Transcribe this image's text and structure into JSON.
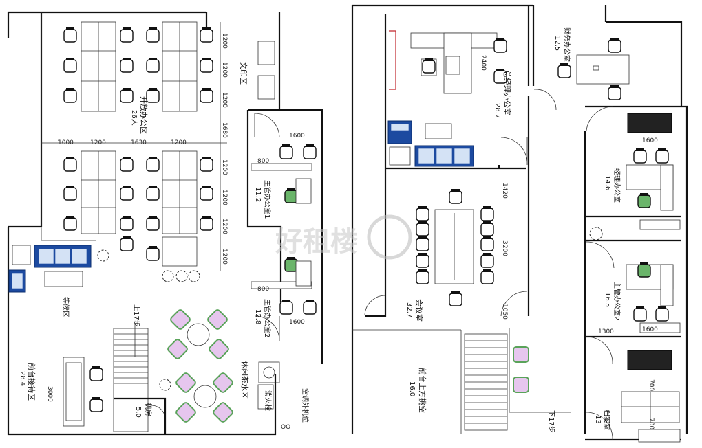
{
  "rooms": {
    "open_office": {
      "name": "开放办公区",
      "area": "26人"
    },
    "printing": {
      "name": "文印区"
    },
    "manager1": {
      "name": "主管办公室1",
      "area": "11.2"
    },
    "manager2": {
      "name": "主管办公室2",
      "area": "12.8"
    },
    "reception": {
      "name": "前台接待区",
      "area": "28.4"
    },
    "waiting": {
      "name": "等候区"
    },
    "lounge": {
      "name": "休闲茶水区"
    },
    "server": {
      "name": "机房",
      "area": "5.0"
    },
    "fire": {
      "name": "消火栓"
    },
    "ac": {
      "name": "空调外机位"
    },
    "gm": {
      "name": "总经理办公室",
      "area": "28.7"
    },
    "finance": {
      "name": "财务办公室",
      "area": "12.5"
    },
    "manager_office": {
      "name": "经理办公室",
      "area": "14.6"
    },
    "manager3": {
      "name": "主管办公室2",
      "area": "16.5"
    },
    "meeting": {
      "name": "会议室",
      "area": "32.7"
    },
    "front_stair": {
      "name": "前台上方挑空",
      "area": "16.0"
    },
    "archive": {
      "name": "档案室",
      "area": "13"
    }
  },
  "stairs": {
    "up": "上17步",
    "down": "下17步"
  },
  "dimensions": {
    "d1200": "1200",
    "d1680": "1680",
    "d1000": "1000",
    "d1630": "1630",
    "d1600": "1600",
    "d800": "800",
    "d3000": "3000",
    "d2400": "2400",
    "d1420": "1420",
    "d3200": "3200",
    "d1050": "1050",
    "d1300": "1300",
    "d700": "700",
    "dOO": "OO"
  },
  "watermark": "好租楼"
}
